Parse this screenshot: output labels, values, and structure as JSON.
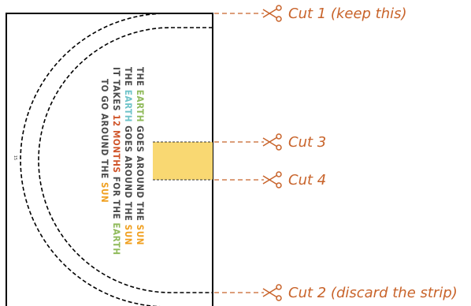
{
  "cuts": [
    {
      "id": "cut1",
      "label": "Cut 1 (keep this)"
    },
    {
      "id": "cut2",
      "label": "Cut 2 (discard the strip)"
    },
    {
      "id": "cut3",
      "label": "Cut 3"
    },
    {
      "id": "cut4",
      "label": "Cut 4"
    }
  ],
  "poem": {
    "line1": {
      "a": "THE ",
      "b": "EARTH",
      "c": " GOES AROUND THE ",
      "d": "SUN"
    },
    "line2": {
      "a": "THE ",
      "b": "EARTH",
      "c": " GOES AROUND THE ",
      "d": "SUN"
    },
    "line3": {
      "a": "IT TAKES ",
      "b": "12",
      "c": " ",
      "d": "MONTHS",
      "e": " FOR THE ",
      "f": "EARTH"
    },
    "line4": {
      "a": "TO GO AROUND THE ",
      "b": "SUN"
    }
  },
  "page_number": "15",
  "colors": {
    "cut_label": "#c8632a",
    "strip_fill": "#f9d872",
    "highlight_green": "#8fba5a",
    "highlight_teal": "#6ec3c9",
    "highlight_orange": "#f0a020",
    "highlight_red": "#d0552a"
  },
  "icons": {
    "scissors": "scissors-icon"
  }
}
